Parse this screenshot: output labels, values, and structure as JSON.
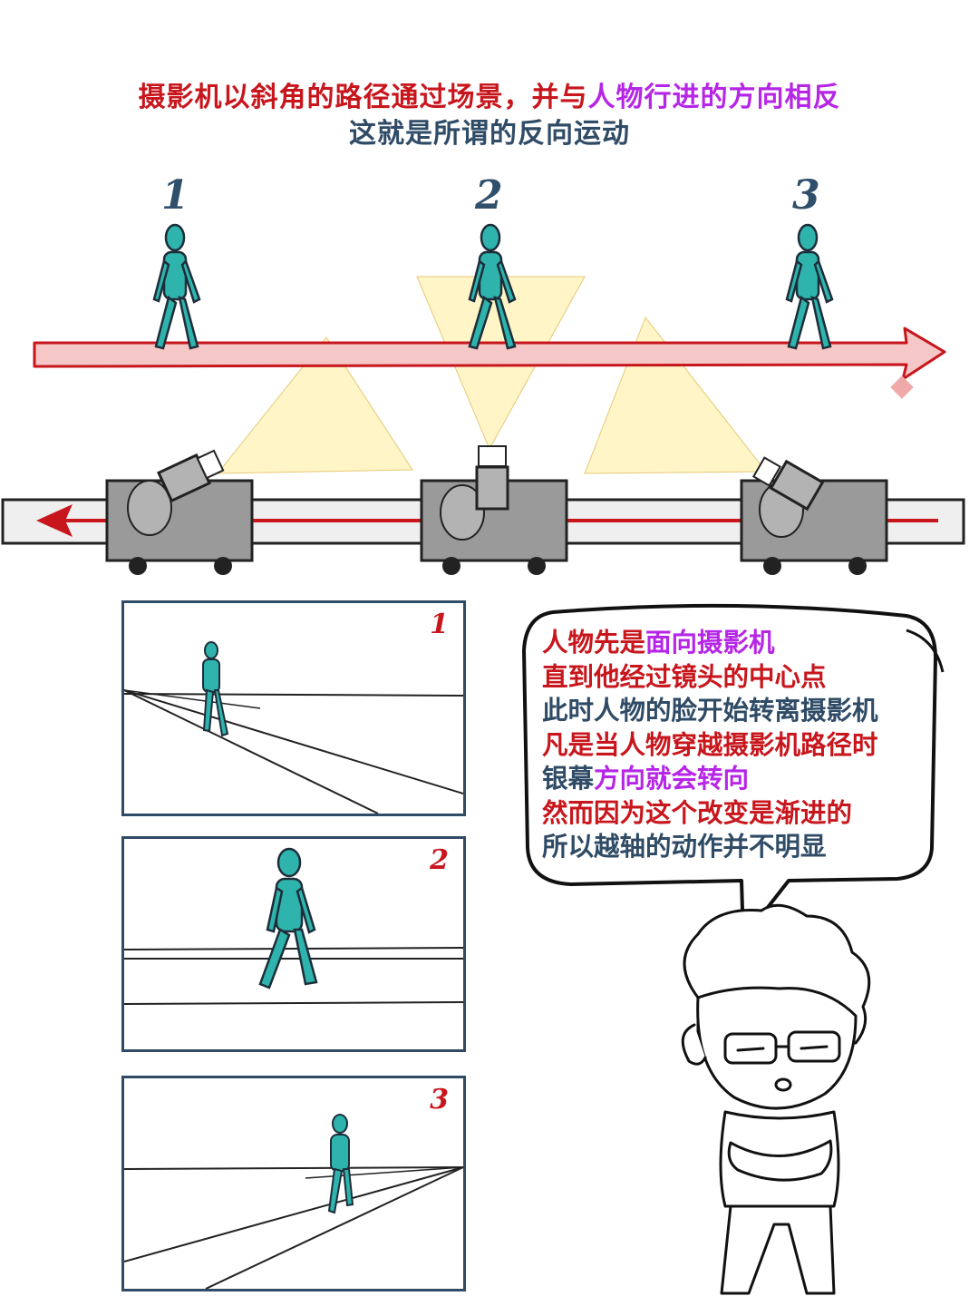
{
  "colors": {
    "red": "#c8161d",
    "purple": "#b626e6",
    "navy": "#2f4b66",
    "figure": "#2fb4ad",
    "camera_gray": "#9a9a9a",
    "beam": "#fff3b8"
  },
  "title": {
    "line1_part1": "摄影机以斜角的路径通过场景，并与",
    "line1_part2": "人物行进的方向相反",
    "line2": "这就是所谓的反向运动"
  },
  "positions": {
    "labels": [
      "1",
      "2",
      "3"
    ]
  },
  "panels": [
    {
      "label": "1"
    },
    {
      "label": "2"
    },
    {
      "label": "3"
    }
  ],
  "bubble": {
    "l1_a": "人物先是",
    "l1_b": "面向摄影机",
    "l2": "直到他经过镜头的中心点",
    "l3": "此时人物的脸开始转离摄影机",
    "l4": "凡是当人物穿越摄影机路径时",
    "l5_a": "银幕",
    "l5_b": "方向就会转向",
    "l6": "然而因为这个改变是渐进的",
    "l7": "所以越轴的动作并不明显"
  },
  "icons": {
    "camera": "camera-dolly-icon",
    "walker": "walking-figure-icon",
    "teacher": "teacher-character-icon"
  }
}
